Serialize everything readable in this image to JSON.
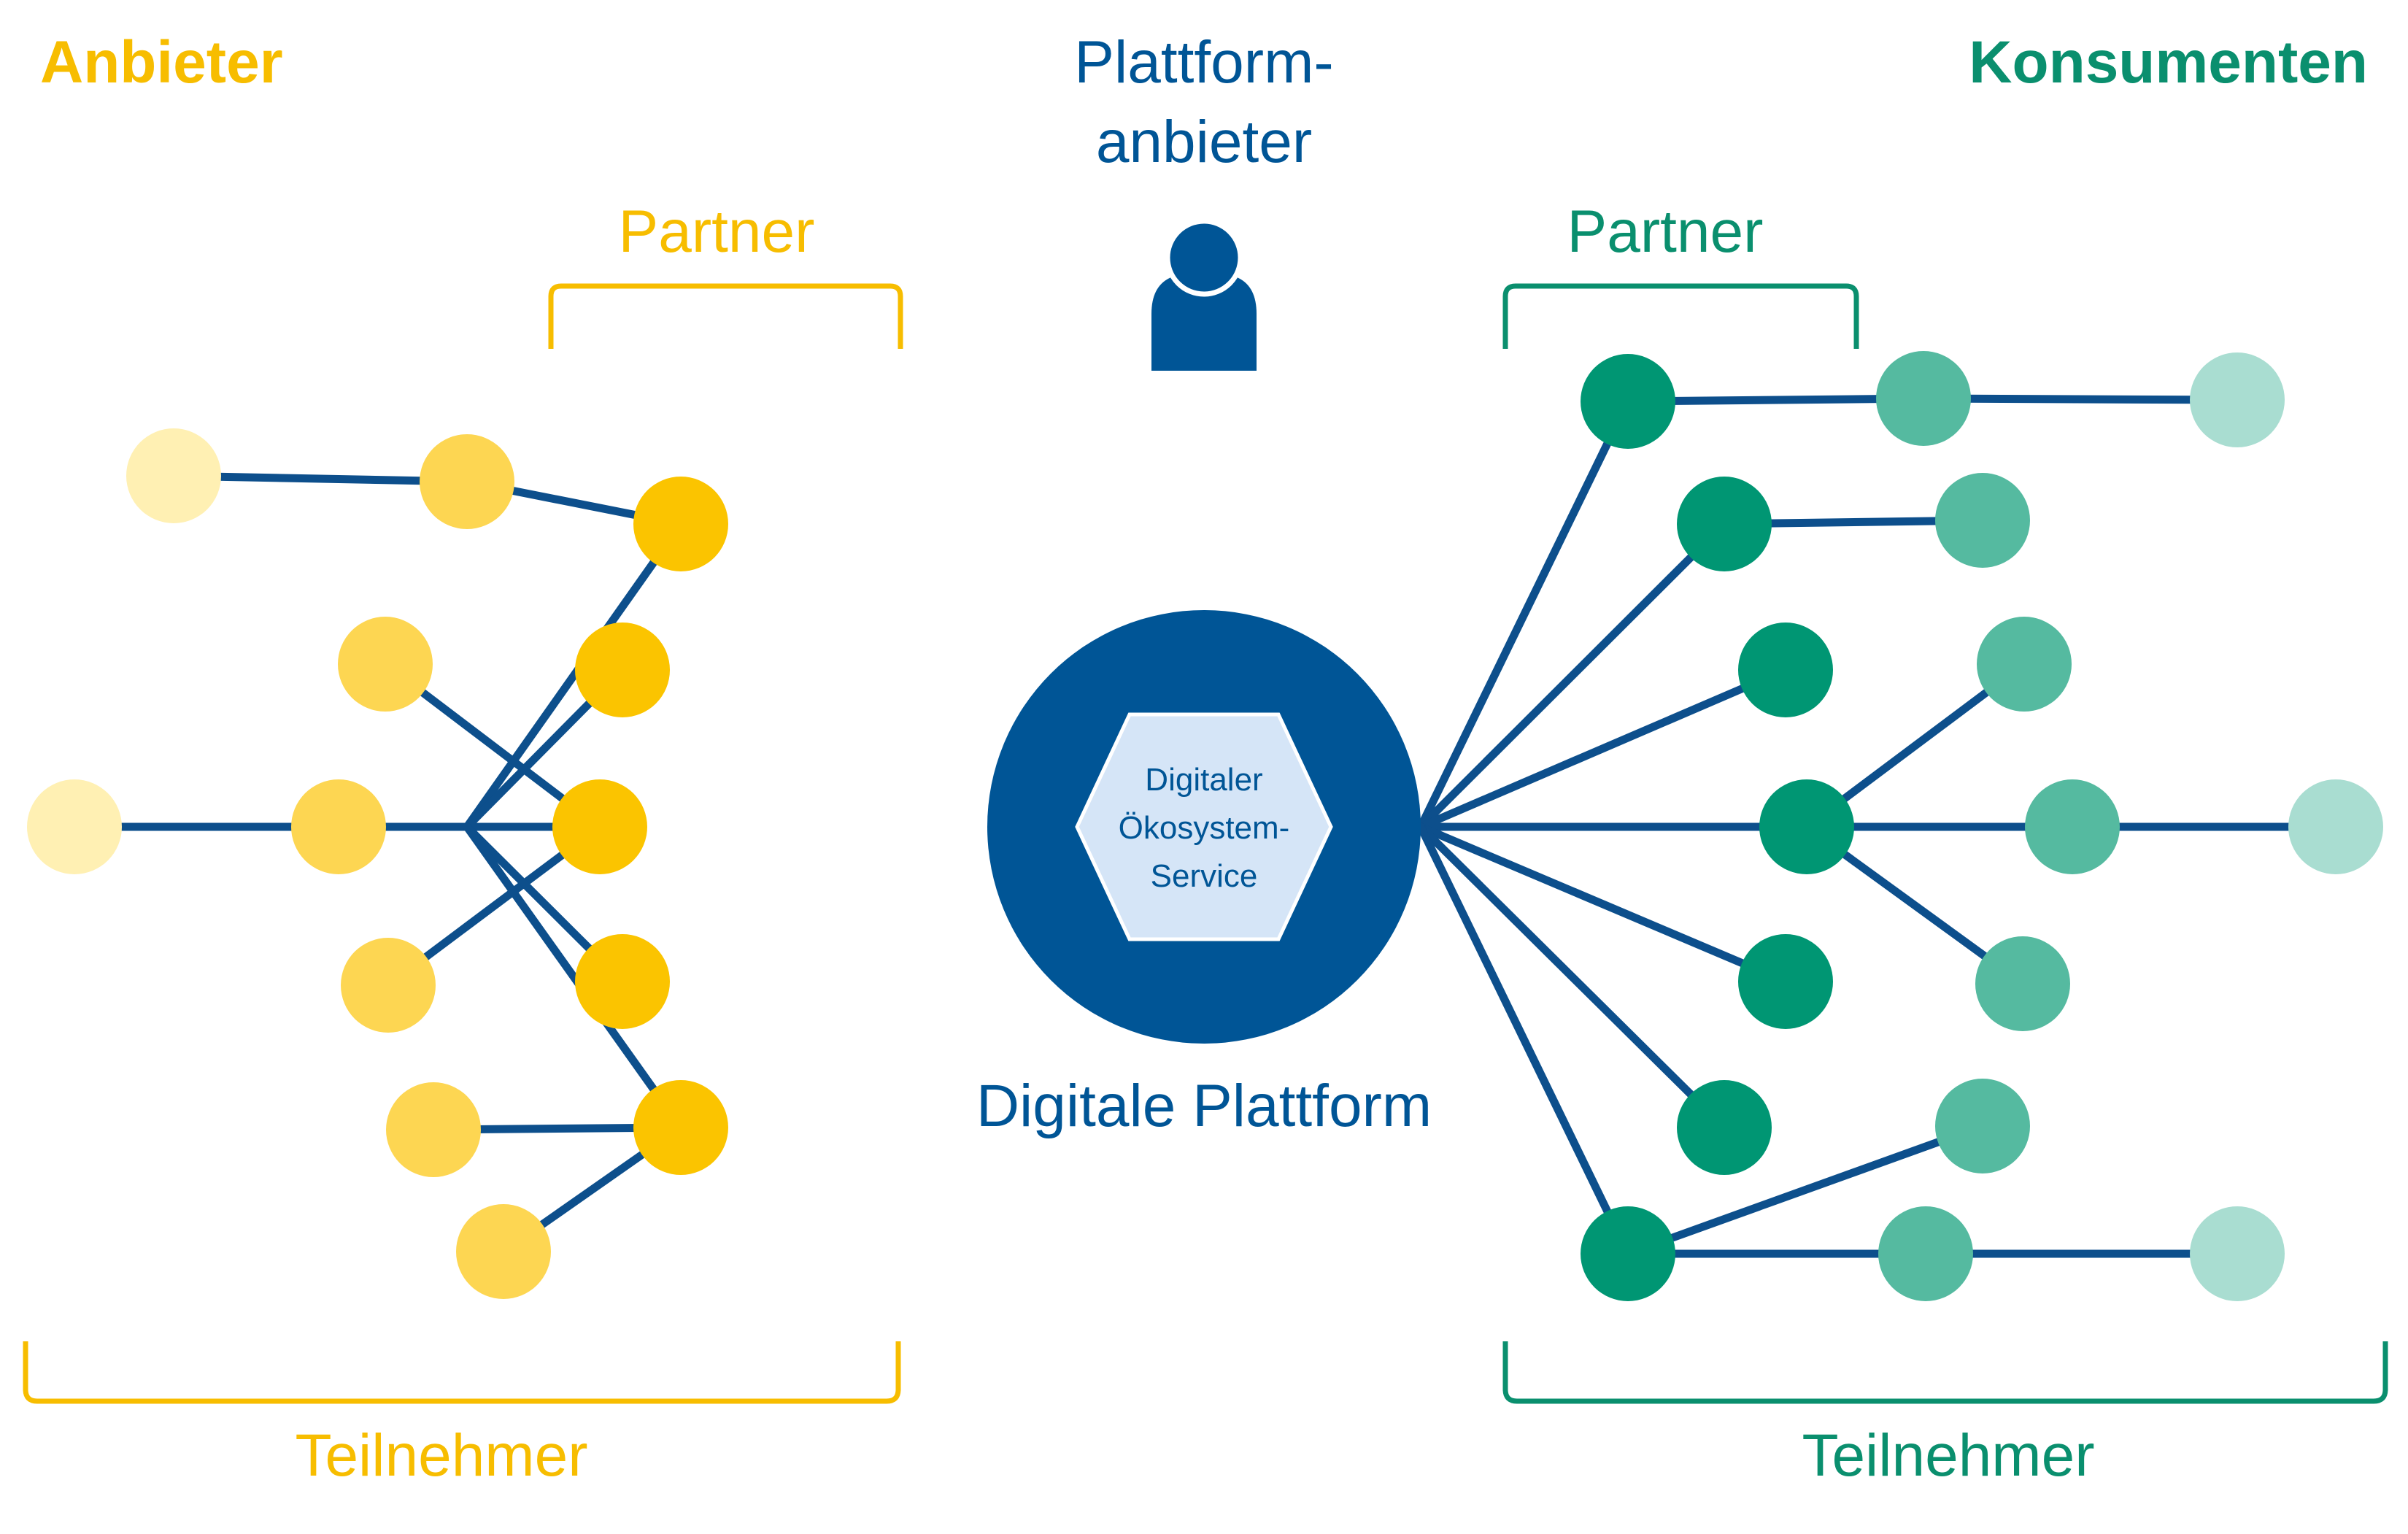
{
  "colors": {
    "platform_blue": "#005596",
    "hex_fill": "#d5e5f7",
    "edge": "#0d4f8c",
    "provider_text": "#f7bd00",
    "consumer_text": "#0a8f6e",
    "provider_dark": "#fbc400",
    "provider_mid": "#fdd652",
    "provider_light": "#fff0b3",
    "consumer_dark": "#009673",
    "consumer_mid": "#55baa0",
    "consumer_light": "#a9ddd1"
  },
  "labels": {
    "providers": "Anbieter",
    "consumers": "Konsumenten",
    "platform_operator_line1": "Plattform-",
    "platform_operator_line2": "anbieter",
    "partner_left": "Partner",
    "partner_right": "Partner",
    "participants_left": "Teilnehmer",
    "participants_right": "Teilnehmer",
    "platform": "Digitale Plattform",
    "service_line1": "Digitaler",
    "service_line2": "Ökosystem-",
    "service_line3": "Service"
  },
  "icons": {
    "operator": "person-icon"
  }
}
